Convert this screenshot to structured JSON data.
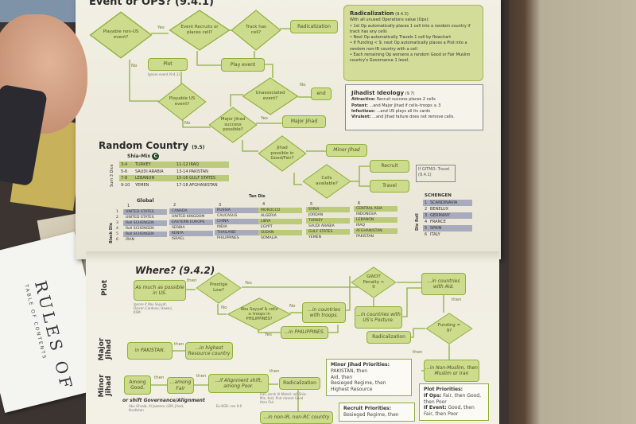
{
  "event_ops": {
    "title": "Event or OPS? (9.4.1)",
    "d_playable_nonus": "Playable non-US event?",
    "d_event_recruits": "Event Recruits or places cell?",
    "d_track_cell": "Track has cell?",
    "b_radicalization": "Radicalization",
    "b_plot": "Plot",
    "ignore_note": "Ignore event (9.4.1)",
    "b_play_event": "Play event",
    "d_playable_us": "Playable US event?",
    "d_unassociated": "Unassociated event?",
    "b_end": "end",
    "d_major_jihad": "Major Jihad success possible?",
    "b_major_jihad": "Major Jihad",
    "d_jihad_good_fair": "Jihad possible in Good/Fair?",
    "b_minor_jihad": "Minor Jihad",
    "d_cells_available": "Cells available?",
    "b_recruit": "Recruit",
    "b_travel": "Travel",
    "gitmo_note": "If GITMO: Travel (9.4.1)",
    "yes": "Yes",
    "no": "No"
  },
  "radicalization_panel": {
    "title": "Radicalization",
    "ref": "(9.4.3)",
    "intro": "With all unused Operations value (Ops):",
    "items": [
      "1st Op automatically places 1 cell into a random country if track has any cells",
      "Next Op automatically Travels 1 cell by flowchart",
      "If Funding < 9, next Op automatically places a Plot into a random non-IR country with a cell",
      "Each remaining Op worsens a random Good or Fair Muslim country's Governance 1 level."
    ]
  },
  "ideology_panel": {
    "title": "Jihadist Ideology",
    "ref": "(9.7)",
    "rows": [
      {
        "k": "Attractive:",
        "v": "Recruit success places 2 cells"
      },
      {
        "k": "Potent:",
        "v": "...and Major Jihad if cells–troops ≥ 3"
      },
      {
        "k": "Infectious:",
        "v": "...and US plays all its cards"
      },
      {
        "k": "Virulent:",
        "v": "...and Jihad failure does not remove cells."
      }
    ]
  },
  "random_country": {
    "title": "Random Country",
    "ref": "(9.5)",
    "shia_mix": "Shia-Mix",
    "shia_icon": "C",
    "sum_dice": "Sum 3 Dice",
    "shia": [
      [
        "3-4",
        "TURKEY",
        "11-12",
        "IRAQ"
      ],
      [
        "5-6",
        "SAUDI ARABIA",
        "13-14",
        "PAKISTAN"
      ],
      [
        "7-8",
        "LEBANON",
        "15-16",
        "GULF STATES"
      ],
      [
        "9-10",
        "YEMEN",
        "17-18",
        "AFGHANISTAN"
      ]
    ],
    "global": "Global",
    "tan_die": "Tan Die",
    "black_die": "Black Die",
    "cols": [
      "1",
      "2",
      "3",
      "4",
      "5",
      "6"
    ],
    "rows": [
      "1",
      "2",
      "3",
      "4",
      "5",
      "6"
    ],
    "table": [
      [
        "UNITED STATES",
        "CANADA",
        "RUSSIA",
        "MOROCCO",
        "SYRIA",
        "CENTRAL ASIA"
      ],
      [
        "UNITED STATES",
        "UNITED KINGDOM",
        "CAUCASUS",
        "ALGERIA",
        "JORDAN",
        "INDONESIA"
      ],
      [
        "Roll SCHENGEN",
        "EASTERN EUROPE",
        "CHINA",
        "LIBYA",
        "TURKEY",
        "LEBANON"
      ],
      [
        "Roll SCHENGEN",
        "SERBIA",
        "INDIA",
        "EGYPT",
        "SAUDI ARABIA",
        "IRAQ"
      ],
      [
        "Roll SCHENGEN",
        "KENYA",
        "THAILAND",
        "SUDAN",
        "GULF STATES",
        "AFGHANISTAN"
      ],
      [
        "IRAN",
        "ISRAEL",
        "PHILIPPINES",
        "SOMALIA",
        "YEMEN",
        "PAKISTAN"
      ]
    ],
    "schengen_title": "SCHENGEN",
    "die_roll": "Die Roll",
    "schengen": [
      [
        "1",
        "SCANDINAVIA"
      ],
      [
        "2",
        "BENELUX"
      ],
      [
        "3",
        "GERMANY"
      ],
      [
        "4",
        "FRANCE"
      ],
      [
        "5",
        "SPAIN"
      ],
      [
        "6",
        "ITALY"
      ]
    ]
  },
  "where": {
    "title": "Where? (9.4.2)",
    "plot": "Plot",
    "major_jihad": "Major Jihad",
    "minor_jihad": "Minor Jihad",
    "b_us": "As much as possible in US.",
    "us_note": "Ignore if Abu Sayyaf, Darren Cardone, Hawaii, KSM",
    "then": "then",
    "yes": "Yes",
    "no": "No",
    "d_prestige": "Prestige Low?",
    "d_abu": "Abu Sayyaf & cells ≥ troops in PHILIPPINES?",
    "b_troops": "...in countries with troops.",
    "b_phil": "...in PHILIPPINES.",
    "d_gwot": "GWOT Penalty > 0",
    "b_aid": "...in countries with Aid.",
    "b_posture": "...in countries with US's Posture.",
    "d_funding": "Funding = 9?",
    "b_radicalization": "Radicalization",
    "b_nonmuslim": "...in Non-Muslim, then Muslim or Iran",
    "b_pakistan": "in PAKISTAN.",
    "b_resource": "...in highest Resource country",
    "b_good": "Among Good.",
    "b_fair": "...among Fair",
    "b_poor": "...if Alignment shift, among Poor.",
    "b_rad2": "Radicalization",
    "shift": "or shift Governance/Alignment",
    "shift_note": "Abu Ghraib, Al Jazeera, LEM, Jihad, Kurdistan",
    "excluded_note": "Ex-KGB: see 9.6",
    "rad_note": "Iran, Jersh Al Mahdi: roll Shia-Mix, test, find closest Good then Fair",
    "b_nonir": "...in non-IR, non-RC country",
    "minor_prio_title": "Minor Jihad Priorities:",
    "minor_prio": [
      "PAKISTAN, then",
      "Aid, then",
      "Besieged Regime, then",
      "Highest Resource"
    ],
    "plot_prio_title": "Plot Priorities:",
    "plot_prio": [
      {
        "k": "If Ops:",
        "v": "Fair, then Good, then Poor"
      },
      {
        "k": "If Event:",
        "v": "Good, then Fair, then Poor"
      }
    ],
    "recruit_prio_title": "Recruit Priorities:",
    "recruit_prio": [
      "Besieged Regime, then"
    ]
  },
  "booklet": {
    "title": "RULES OF",
    "toc": "TABLE OF CONTENTS"
  }
}
